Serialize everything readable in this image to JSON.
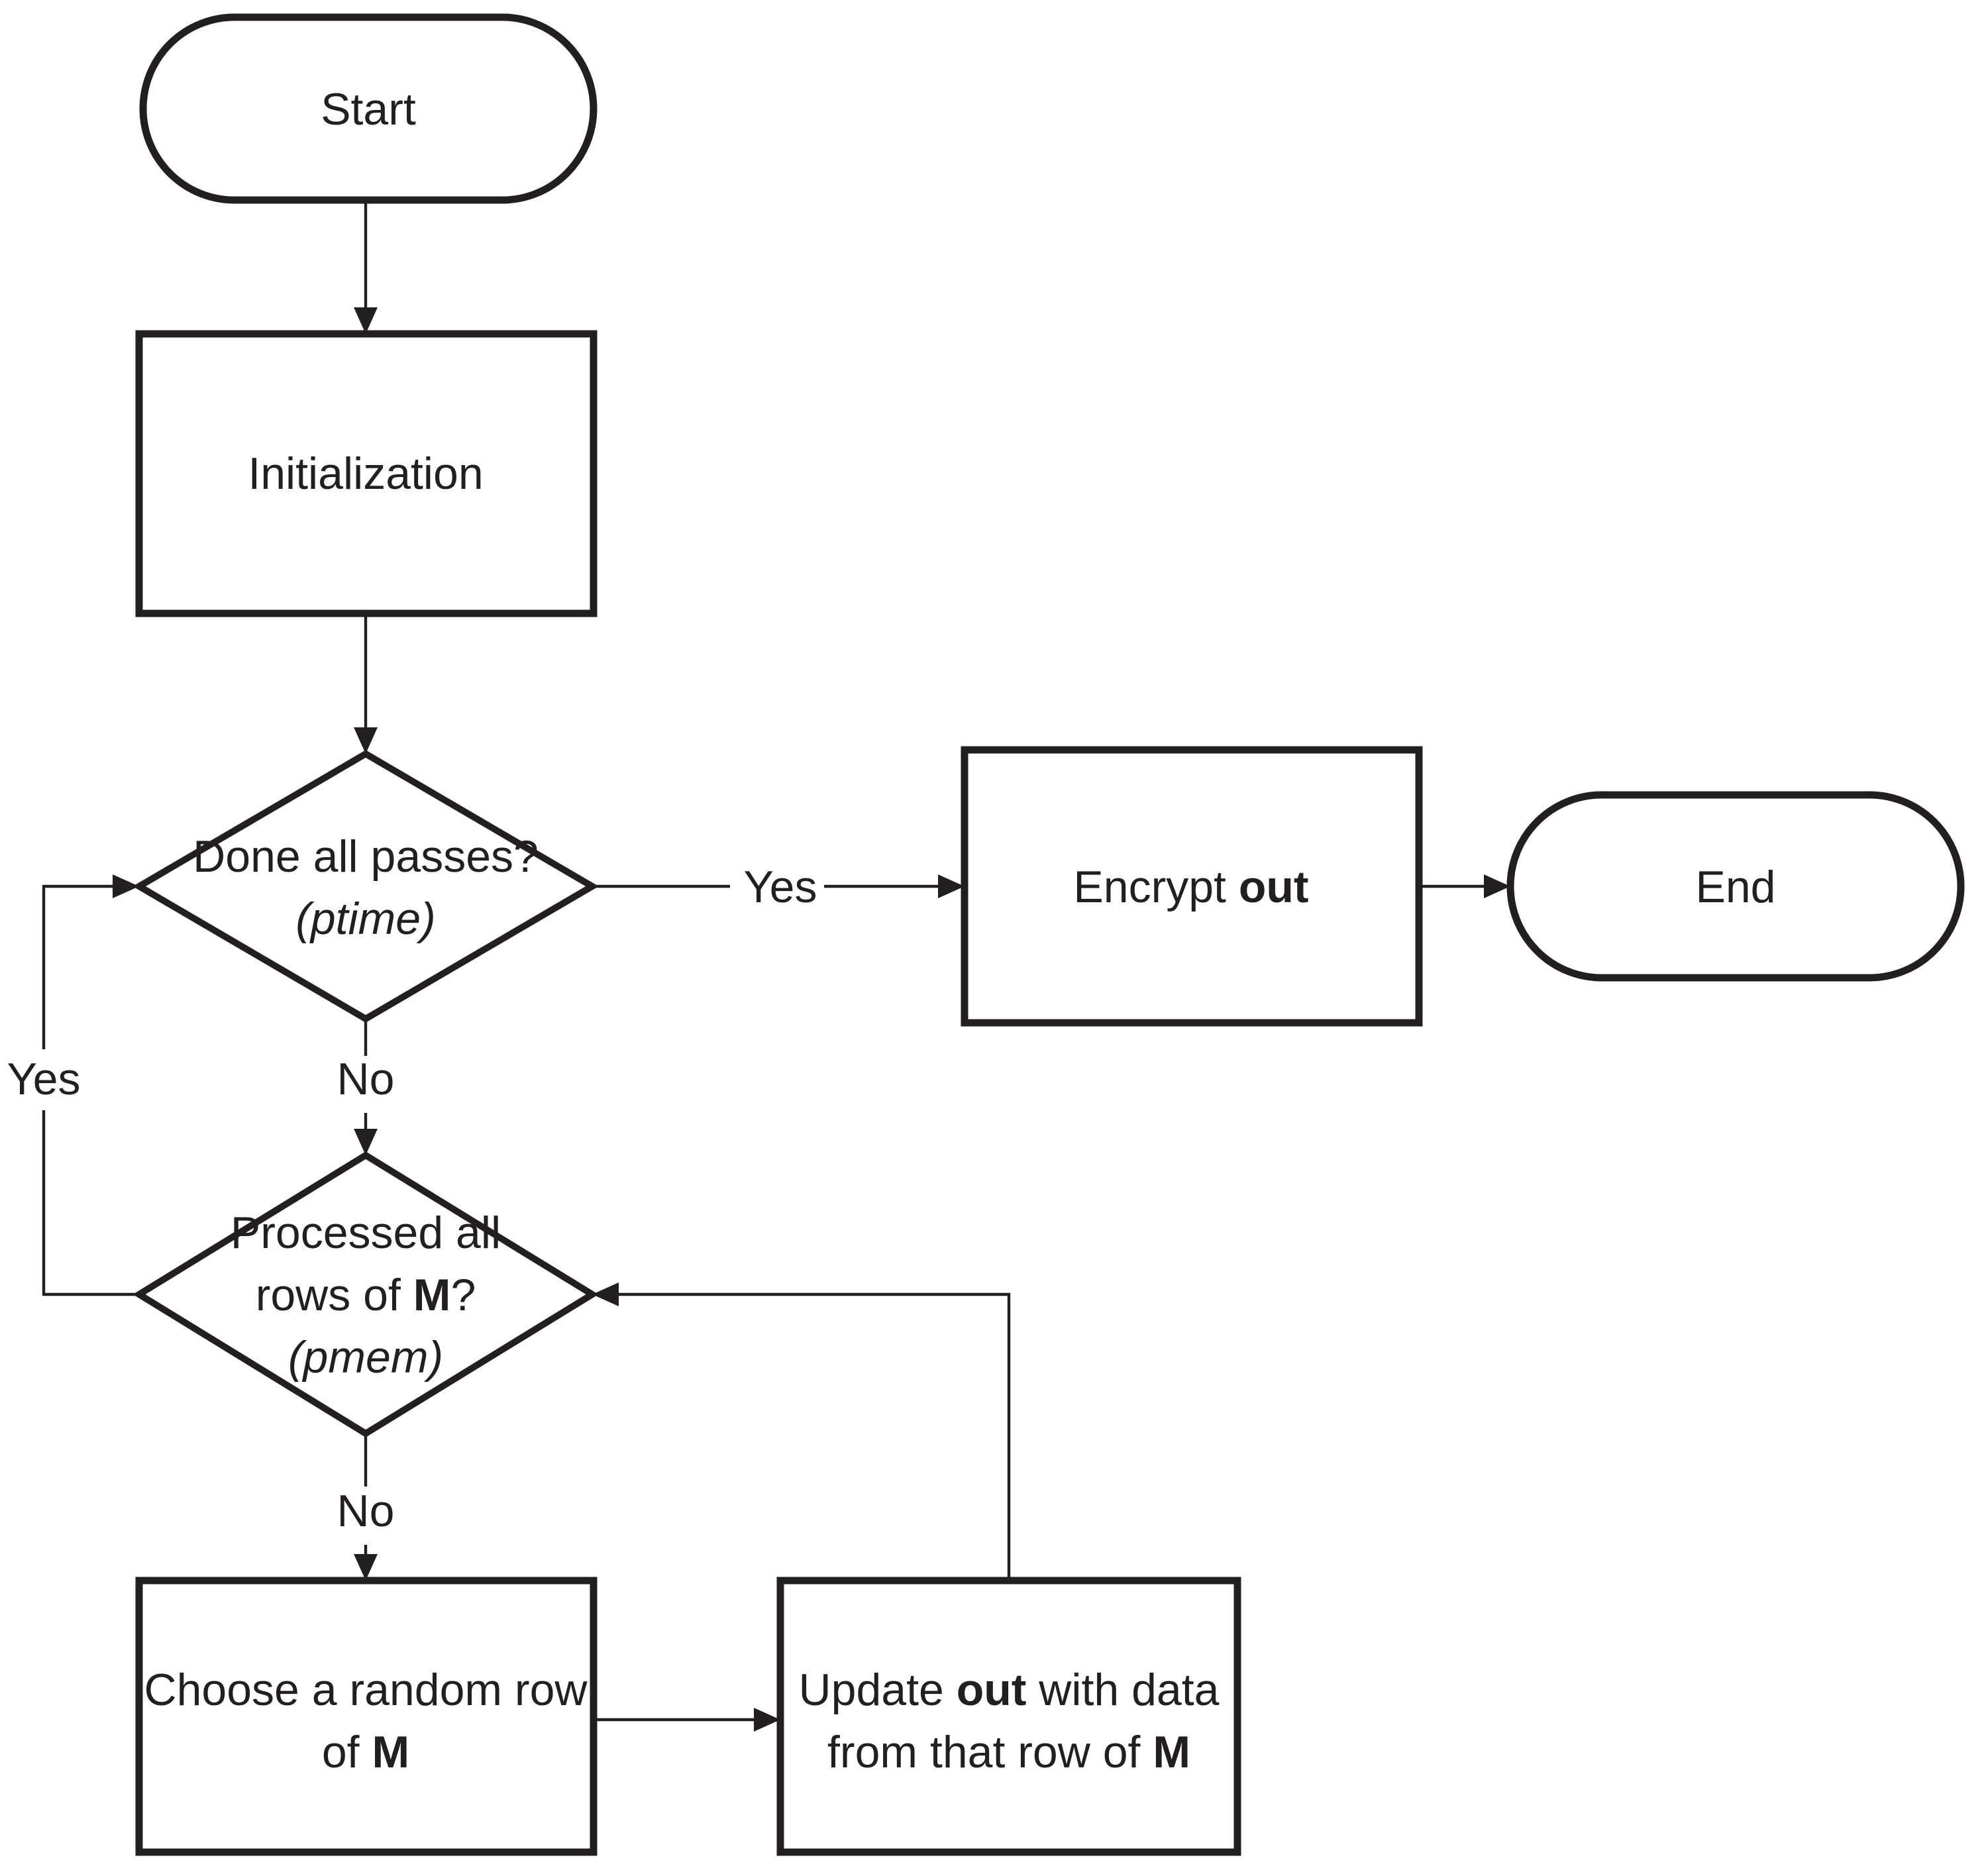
{
  "figure": {
    "type": "flowchart",
    "colors": {
      "ink": "#231f20",
      "background": "#ffffff"
    },
    "nodes": {
      "start": {
        "shape": "stadium",
        "label": "Start"
      },
      "initialization": {
        "shape": "process",
        "label": "Initialization"
      },
      "decision_passes": {
        "shape": "decision",
        "line1": "Done all passes?",
        "line2": "(ptime)"
      },
      "encrypt": {
        "shape": "process",
        "text_regular": "Encrypt ",
        "text_bold": "out"
      },
      "end": {
        "shape": "stadium",
        "label": "End"
      },
      "decision_rows": {
        "shape": "decision",
        "line1": "Processed all",
        "line2_a": "rows of ",
        "line2_b": "M",
        "line2_c": "?",
        "line3": "(pmem)"
      },
      "choose_row": {
        "shape": "process",
        "line1": "Choose a random row",
        "line2_a": "of ",
        "line2_b": "M"
      },
      "update_out": {
        "shape": "process",
        "line1_a": "Update ",
        "line1_b": "out",
        "line1_c": " with data",
        "line2_a": "from that row of ",
        "line2_b": "M"
      }
    },
    "edge_labels": {
      "passes_yes": "Yes",
      "passes_no": "No",
      "rows_yes": "Yes",
      "rows_no": "No"
    }
  }
}
